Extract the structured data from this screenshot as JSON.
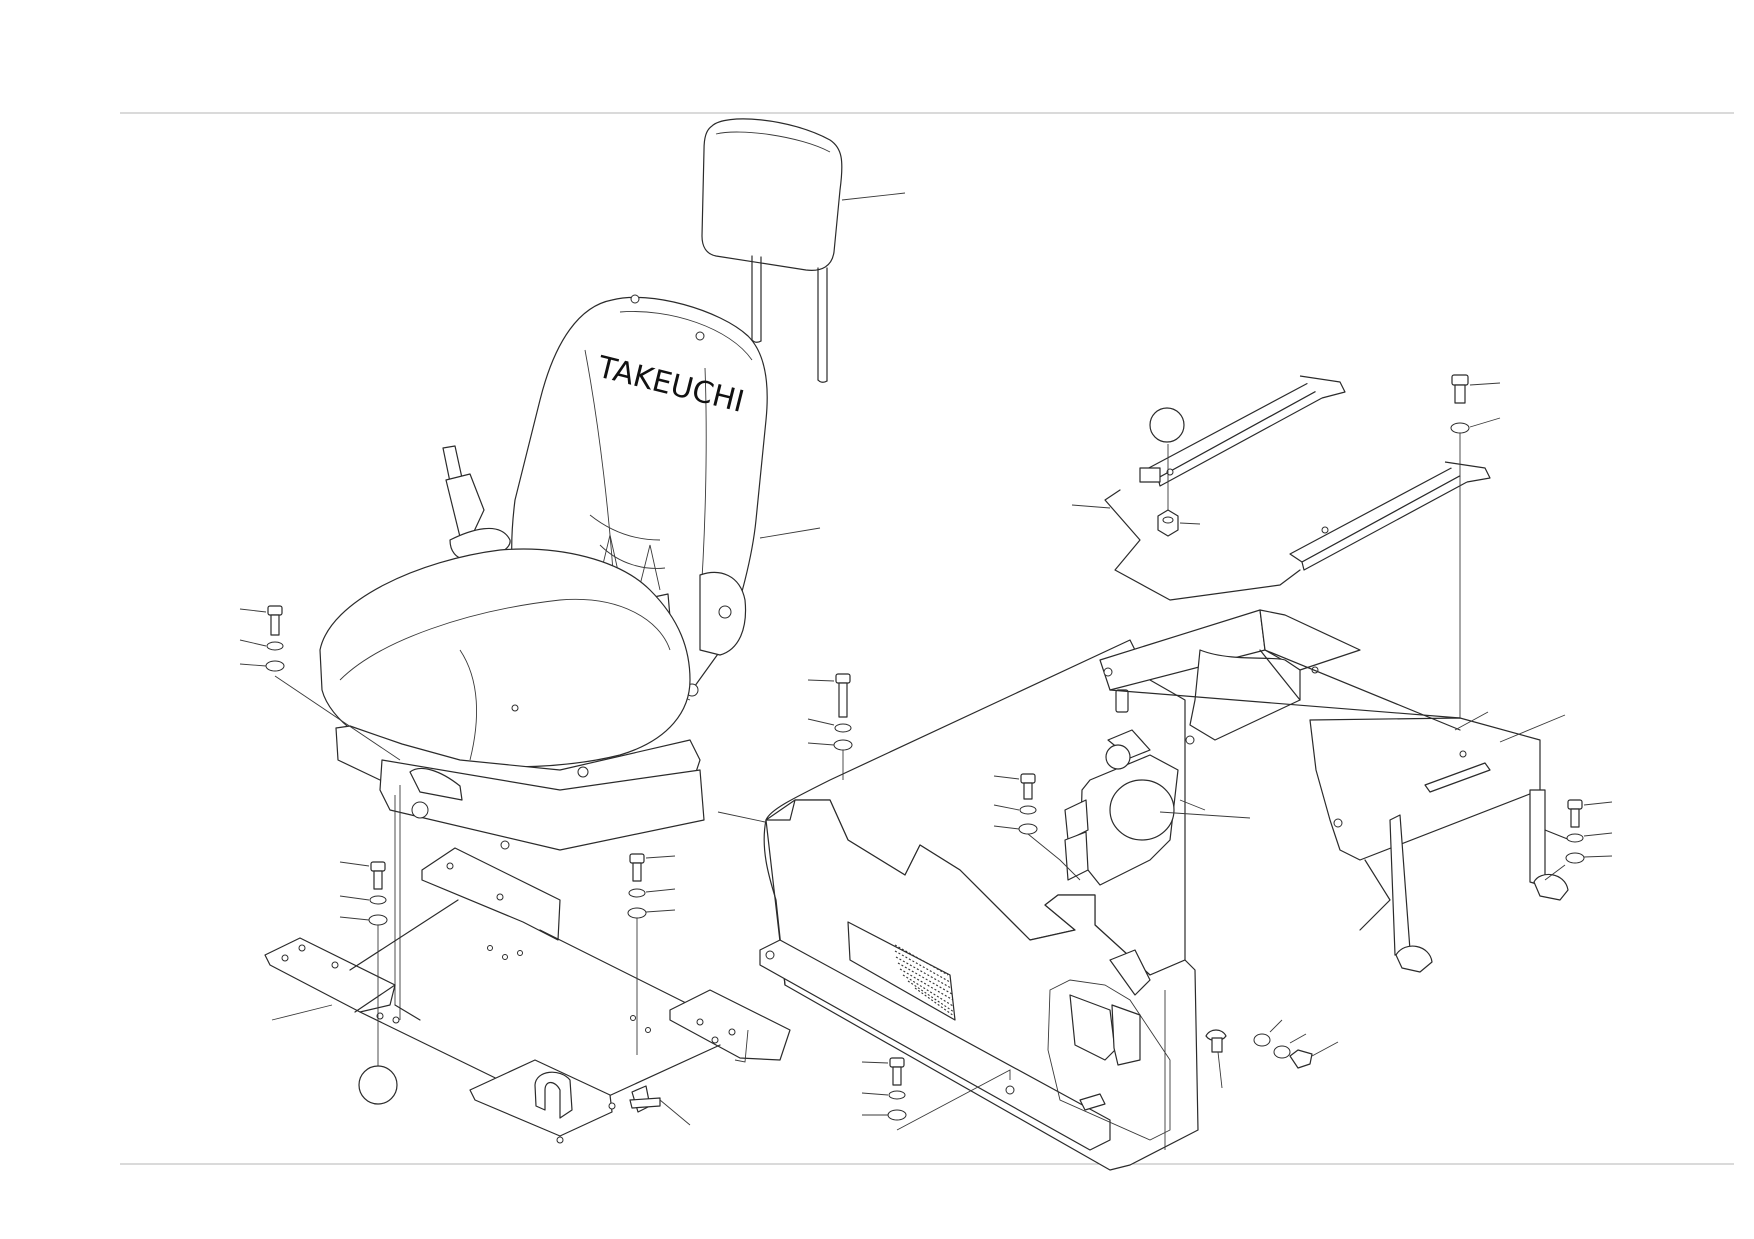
{
  "seat": {
    "brand_text": "TAKEUCHI"
  },
  "reference_circles": [
    {
      "id": "circle-upper",
      "label": ""
    },
    {
      "id": "circle-lower",
      "label": ""
    }
  ]
}
